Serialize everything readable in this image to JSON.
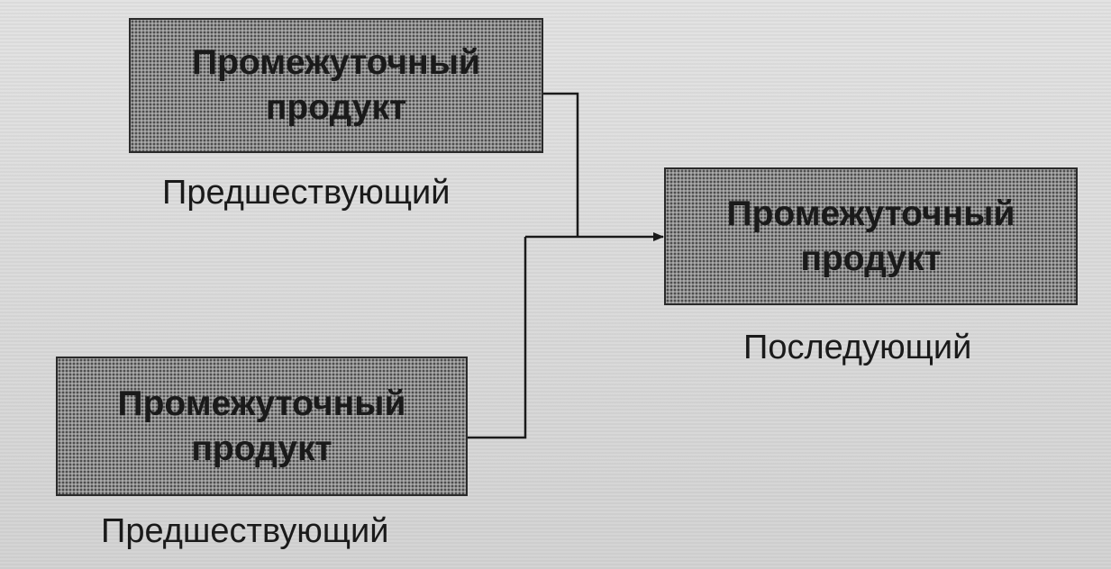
{
  "diagram": {
    "nodes": [
      {
        "id": "top",
        "lines": [
          "Промежуточный",
          "продукт"
        ],
        "caption": "Предшествующий"
      },
      {
        "id": "right",
        "lines": [
          "Промежуточный",
          "продукт"
        ],
        "caption": "Последующий"
      },
      {
        "id": "bottom",
        "lines": [
          "Промежуточный",
          "продукт"
        ],
        "caption": "Предшествующий"
      }
    ],
    "edges": [
      {
        "from": "top",
        "to": "right"
      },
      {
        "from": "bottom",
        "to": "right"
      }
    ]
  }
}
